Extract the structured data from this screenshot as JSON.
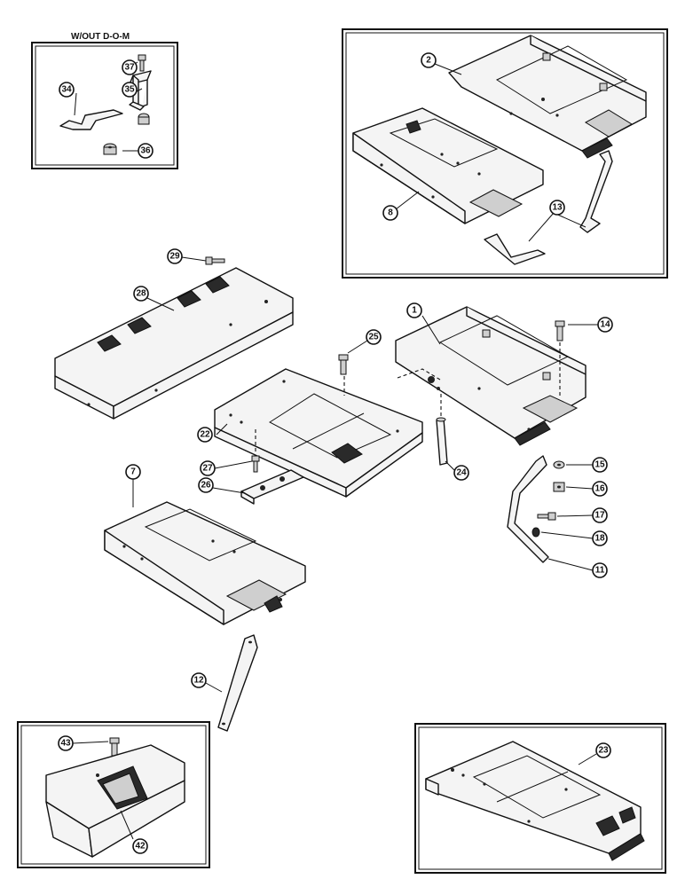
{
  "inset_without_dom": {
    "title": "W/OUT D-O-M",
    "callouts": [
      "37",
      "35",
      "34",
      "36"
    ]
  },
  "inset_platform_options": {
    "callouts": [
      "2",
      "8",
      "13"
    ]
  },
  "main_assembly": {
    "callouts": [
      "29",
      "28",
      "1",
      "25",
      "14",
      "22",
      "27",
      "26",
      "24",
      "7",
      "15",
      "16",
      "17",
      "18",
      "11",
      "12"
    ]
  },
  "inset_toolbox": {
    "callouts": [
      "43",
      "42"
    ]
  },
  "inset_alt_platform": {
    "callouts": [
      "23"
    ]
  }
}
